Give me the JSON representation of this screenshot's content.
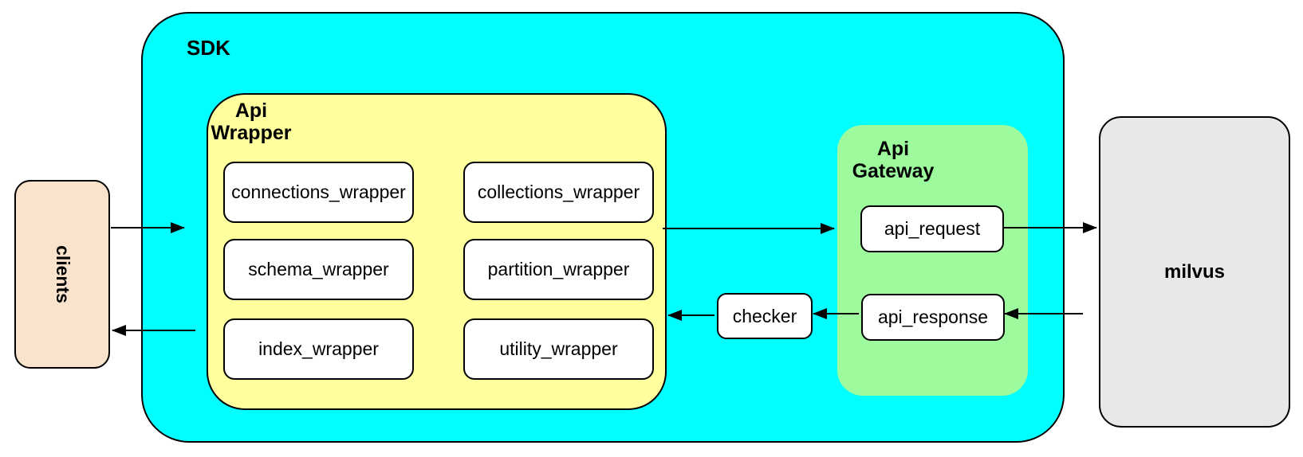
{
  "theme": {
    "canvas_bg": "#ffffff",
    "sdk_fill": "#00ffff",
    "wrapper_fill": "#ffff9e",
    "gateway_fill": "#9dfb9d",
    "clients_fill": "#fae3cd",
    "milvus_fill": "#e8e8e8",
    "node_fill": "#ffffff",
    "border_color": "#000000"
  },
  "nodes": {
    "clients": "clients",
    "sdk": "SDK",
    "api_wrapper": {
      "label": "Api Wrapper",
      "items": [
        "connections_wrapper",
        "collections_wrapper",
        "schema_wrapper",
        "partition_wrapper",
        "index_wrapper",
        "utility_wrapper"
      ]
    },
    "checker": "checker",
    "api_gateway": {
      "label": "Api Gateway",
      "request": "api_request",
      "response": "api_response"
    },
    "milvus": "milvus"
  },
  "edges": [
    {
      "from": "clients",
      "to": "api_wrapper"
    },
    {
      "from": "api_wrapper",
      "to": "api_gateway"
    },
    {
      "from": "api_request",
      "to": "milvus"
    },
    {
      "from": "milvus",
      "to": "api_response"
    },
    {
      "from": "api_response",
      "to": "checker"
    },
    {
      "from": "checker",
      "to": "api_wrapper"
    },
    {
      "from": "api_wrapper",
      "to": "clients"
    }
  ]
}
